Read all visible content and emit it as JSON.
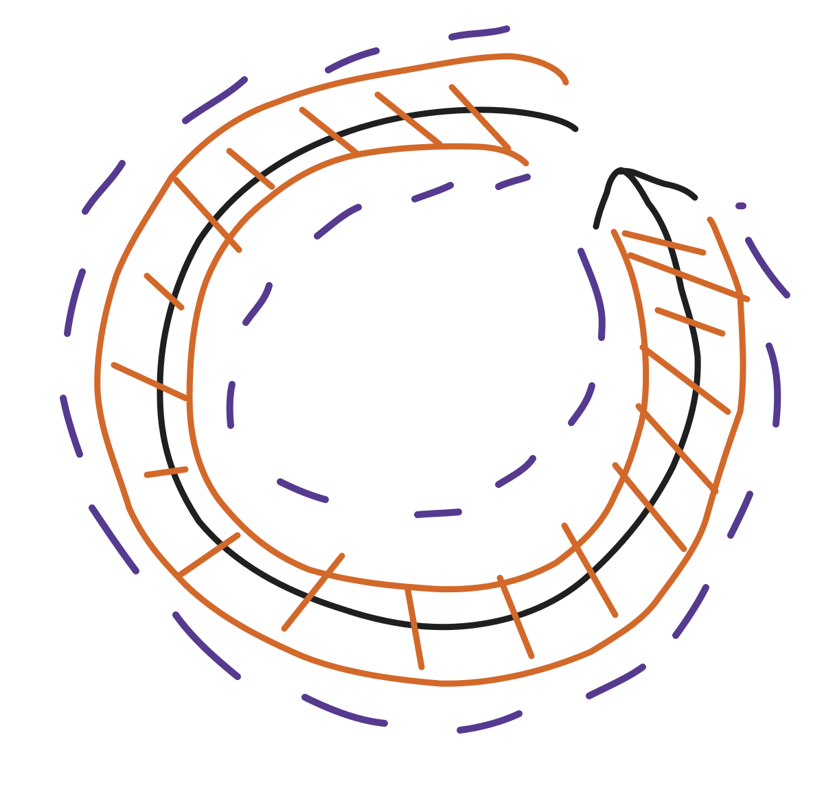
{
  "colors": {
    "background": "#ffffff",
    "black_stroke": "#1f1f1f",
    "orange_stroke": "#d2692a",
    "purple_stroke": "#553a8f"
  },
  "drawing": {
    "description_shapes": [
      "black-spiral-line",
      "orange-track-outer",
      "orange-track-inner",
      "orange-cross-ties",
      "purple-dashes-outer",
      "purple-dashes-inner"
    ]
  }
}
